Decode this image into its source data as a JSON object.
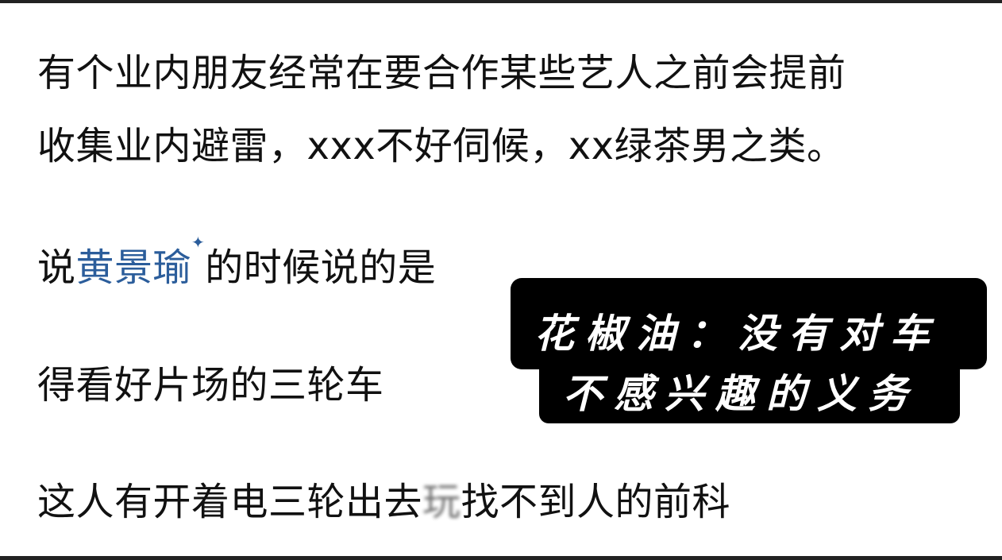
{
  "post": {
    "line1": "有个业内朋友经常在要合作某些艺人之前会提前",
    "line2": "收集业内避雷，xxx不好伺候，xx绿茶男之类。",
    "line3_prefix": "说",
    "line3_link": "黄景瑜",
    "line3_suffix": "的时候说的是",
    "line4": "得看好片场的三轮车",
    "line5_a": "这人有开着电三轮出去",
    "line5_obscured": "玩",
    "line5_b": "找不到人的前科",
    "link_color": "#2b5d9b",
    "link_icon": "sparkle-icon"
  },
  "sticker": {
    "line1": "花椒油：没有对车",
    "line2": "不感兴趣的义务"
  }
}
